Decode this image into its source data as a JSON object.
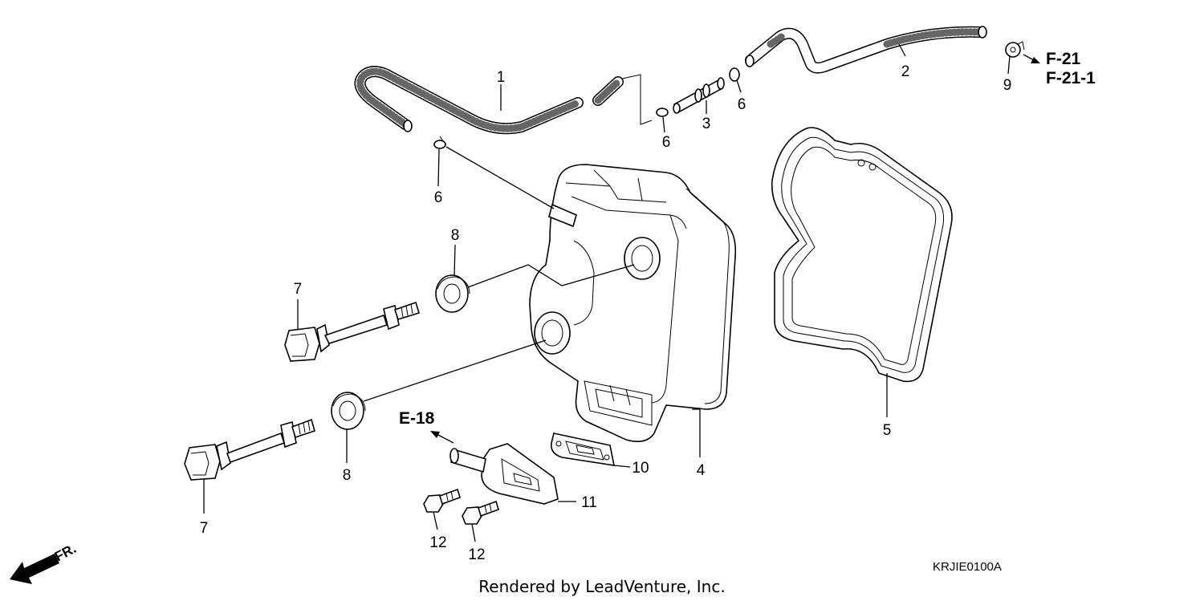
{
  "callouts": {
    "c1": "1",
    "c2": "2",
    "c3": "3",
    "c4": "4",
    "c5": "5",
    "c6a": "6",
    "c6b": "6",
    "c6c": "6",
    "c7a": "7",
    "c7b": "7",
    "c8a": "8",
    "c8b": "8",
    "c9": "9",
    "c10": "10",
    "c11": "11",
    "c12a": "12",
    "c12b": "12"
  },
  "references": {
    "f21": "F-21",
    "f211": "F-21-1",
    "e18": "E-18"
  },
  "direction_label": "FR.",
  "diagram_code": "KRJIE0100A",
  "footer": "Rendered by LeadVenture, Inc."
}
